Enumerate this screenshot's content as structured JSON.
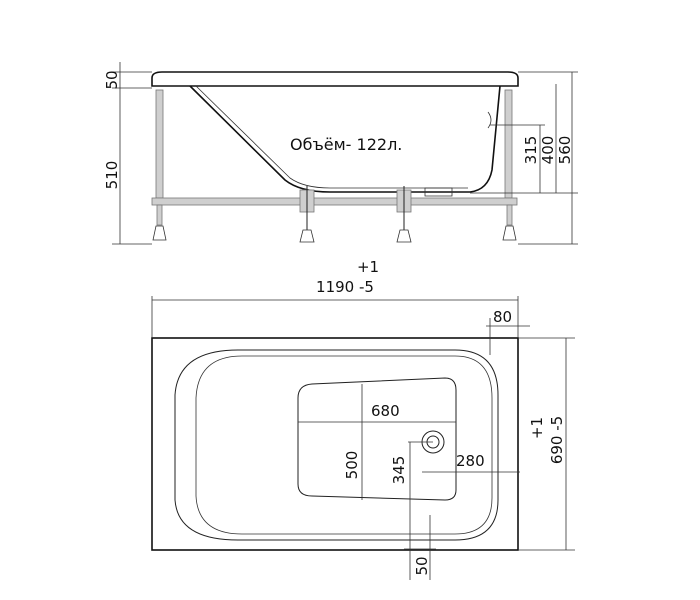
{
  "side_view": {
    "volume_label": "Объём- 122л.",
    "rim_height": "50",
    "body_height": "510",
    "depth": "315",
    "inner_height": "400",
    "total_height": "560"
  },
  "top_view": {
    "length_tol_upper": "+1",
    "length": "1190 -5",
    "rim_offset": "80",
    "bottom_length": "680",
    "bottom_width": "500",
    "drain_from_wall": "345",
    "drain_from_end": "280",
    "width_tol_upper": "+1",
    "width": "690 -5",
    "bottom_offset": "50"
  }
}
